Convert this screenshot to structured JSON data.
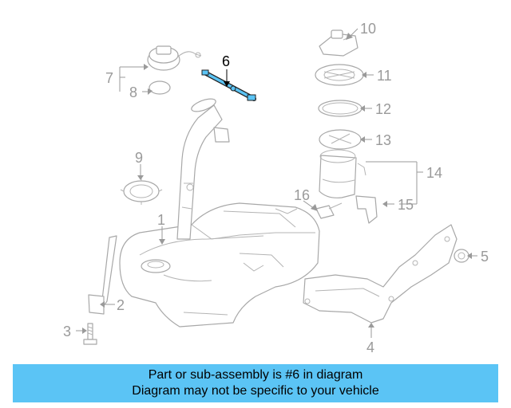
{
  "callouts": {
    "c1": "1",
    "c2": "2",
    "c3": "3",
    "c4": "4",
    "c5": "5",
    "c6": "6",
    "c7": "7",
    "c8": "8",
    "c9": "9",
    "c10": "10",
    "c11": "11",
    "c12": "12",
    "c13": "13",
    "c14": "14",
    "c15": "15",
    "c16": "16"
  },
  "highlight": {
    "part_number": "6",
    "color": "#5bc4f5"
  },
  "banner": {
    "line1": "Part or sub-assembly is #6 in diagram",
    "line2": "Diagram may not be specific to your vehicle",
    "background": "#5bc4f5"
  }
}
